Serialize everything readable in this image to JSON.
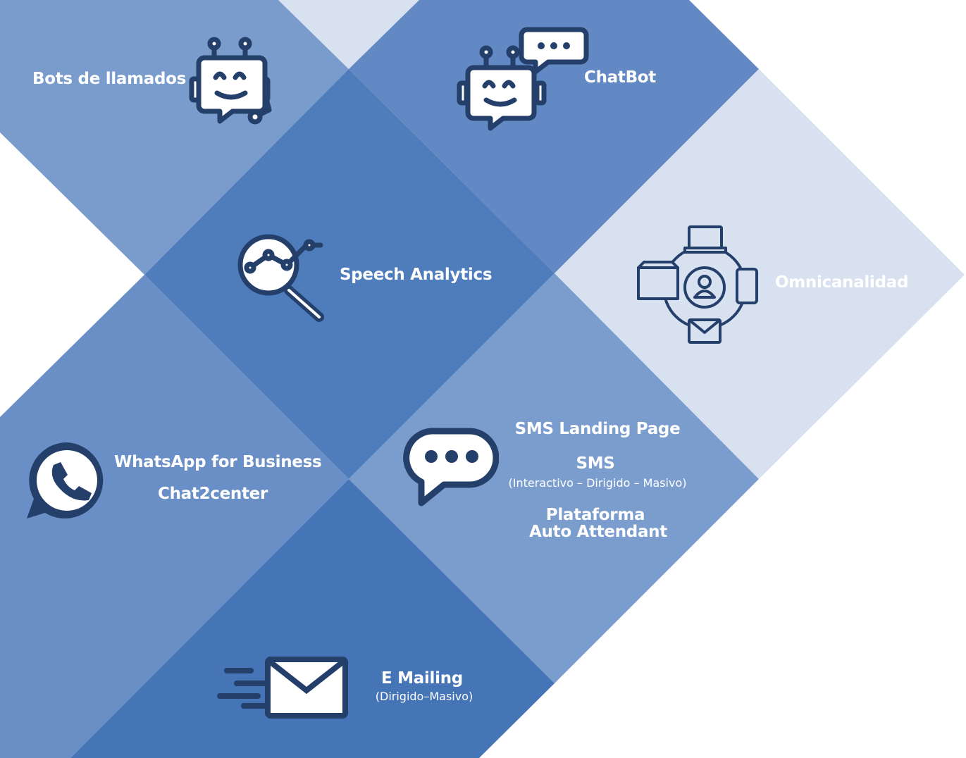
{
  "tiles": {
    "bots": {
      "label": "Bots de llamados",
      "icon": "robot-chat-icon"
    },
    "chatbot": {
      "label": "ChatBot",
      "icon": "robot-speech-bubble-icon"
    },
    "speech": {
      "label": "Speech Analytics",
      "icon": "magnifier-chart-icon"
    },
    "omni": {
      "label": "Omnicanalidad",
      "icon": "omnichannel-network-icon"
    },
    "whatsapp": {
      "label": "WhatsApp for Business",
      "label2": "Chat2center",
      "icon": "whatsapp-icon"
    },
    "sms": {
      "label": "SMS Landing  Page",
      "sms": "SMS",
      "sms_sub": "(Interactivo – Dirigido – Masivo)",
      "platform": "Plataforma",
      "platform2": "Auto Attendant",
      "icon": "speech-bubble-dots-icon"
    },
    "email": {
      "label": "E Mailing",
      "sub": "(Dirigido–Masivo)",
      "icon": "fast-mail-icon"
    }
  },
  "colors": {
    "bots": "#7a9ccc",
    "light": "#d8e1f0",
    "chatbot": "#6389c4",
    "speech": "#4f7dbb",
    "sms": "#7b9dcd",
    "whatsapp": "#6a8fc7",
    "email": "#4574b7",
    "icon_stroke": "#233f6a"
  }
}
